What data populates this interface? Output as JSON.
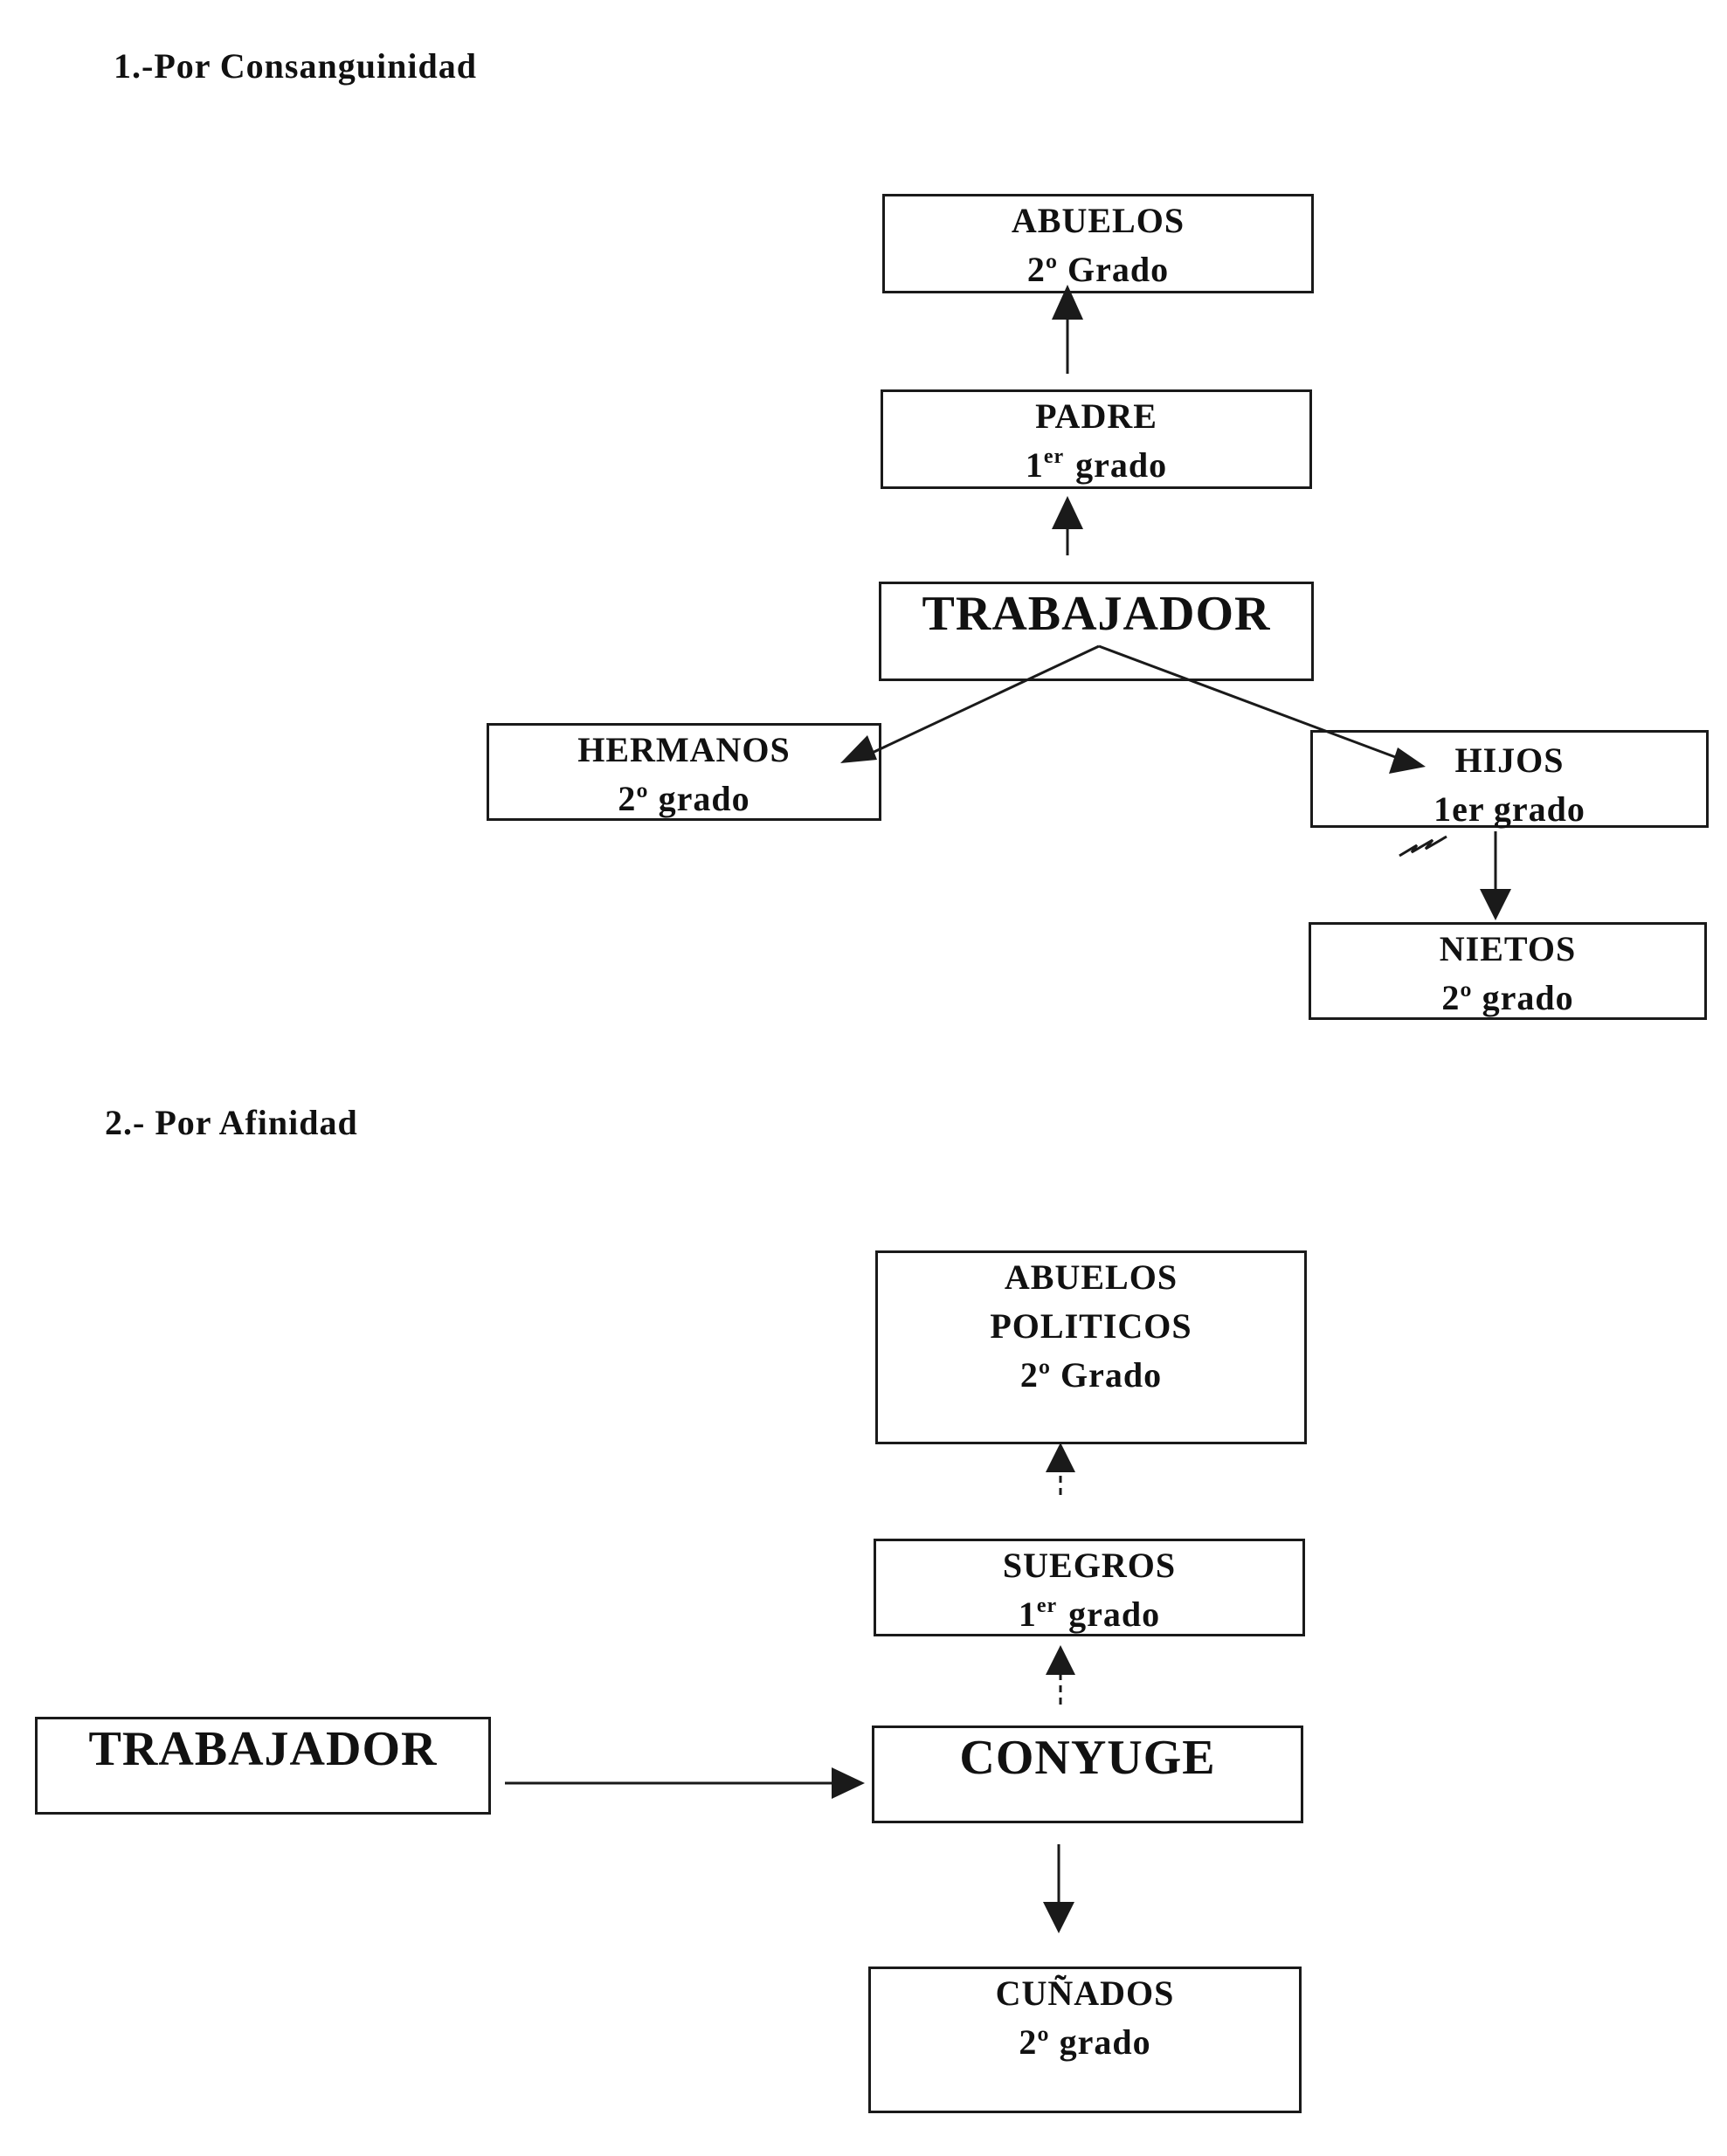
{
  "sections": [
    {
      "title": "1.-Por Consanguinidad",
      "nodes": {
        "abuelos": {
          "name": "ABUELOS",
          "grade": "2º Grado"
        },
        "padre": {
          "name": "PADRE",
          "grade_num": "1",
          "grade_sup": "er",
          "grade_word": "grado"
        },
        "trabajador": {
          "name": "TRABAJADOR"
        },
        "hermanos": {
          "name": "HERMANOS",
          "grade": "2º grado"
        },
        "hijos": {
          "name": "HIJOS",
          "grade": "1er grado"
        },
        "nietos": {
          "name": "NIETOS",
          "grade": "2º grado"
        }
      }
    },
    {
      "title": "2.- Por Afinidad",
      "nodes": {
        "abuelos_politicos": {
          "name_line1": "ABUELOS",
          "name_line2": "POLITICOS",
          "grade": "2º Grado"
        },
        "suegros": {
          "name": "SUEGROS",
          "grade_num": "1",
          "grade_sup": "er",
          "grade_word": "grado"
        },
        "trabajador": {
          "name": "TRABAJADOR"
        },
        "conyuge": {
          "name": "CONYUGE"
        },
        "cunados": {
          "name": "CUÑADOS",
          "grade": "2º grado"
        }
      }
    }
  ],
  "colors": {
    "ink": "#1a1a1a",
    "background": "#ffffff"
  }
}
